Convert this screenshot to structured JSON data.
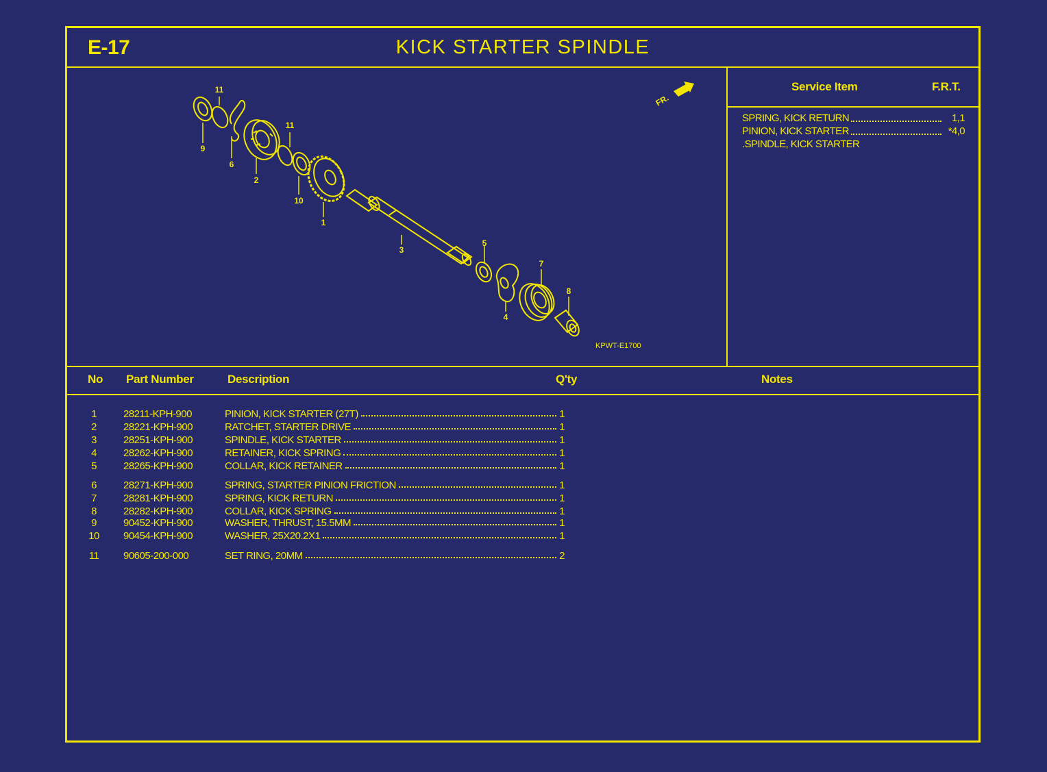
{
  "header": {
    "page_code": "E-17",
    "title": "KICK STARTER SPINDLE"
  },
  "diagram": {
    "front_marker": "FR.",
    "figure_code": "KPWT-E1700",
    "callouts": [
      "11",
      "9",
      "6",
      "2",
      "11",
      "10",
      "1",
      "3",
      "5",
      "4",
      "7",
      "8"
    ]
  },
  "service": {
    "heading_item": "Service Item",
    "heading_frt": "F.R.T.",
    "items": [
      {
        "name": "SPRING, KICK RETURN",
        "frt": "1,1"
      },
      {
        "name": "PINION, KICK STARTER",
        "frt": "*4,0"
      },
      {
        "name": ".SPINDLE, KICK STARTER",
        "frt": ""
      }
    ]
  },
  "parts_table": {
    "headers": {
      "no": "No",
      "part_number": "Part Number",
      "description": "Description",
      "qty": "Q'ty",
      "notes": "Notes"
    },
    "rows": [
      {
        "no": "1",
        "part_number": "28211-KPH-900",
        "description": "PINION, KICK STARTER (27T)",
        "qty": "1"
      },
      {
        "no": "2",
        "part_number": "28221-KPH-900",
        "description": "RATCHET, STARTER DRIVE",
        "qty": "1"
      },
      {
        "no": "3",
        "part_number": "28251-KPH-900",
        "description": "SPINDLE, KICK STARTER",
        "qty": "1"
      },
      {
        "no": "4",
        "part_number": "28262-KPH-900",
        "description": "RETAINER, KICK SPRING",
        "qty": "1"
      },
      {
        "no": "5",
        "part_number": "28265-KPH-900",
        "description": "COLLAR, KICK RETAINER",
        "qty": "1"
      },
      {
        "no": "6",
        "part_number": "28271-KPH-900",
        "description": "SPRING, STARTER PINION FRICTION",
        "qty": "1"
      },
      {
        "no": "7",
        "part_number": "28281-KPH-900",
        "description": "SPRING, KICK RETURN",
        "qty": "1"
      },
      {
        "no": "8",
        "part_number": "28282-KPH-900",
        "description": "COLLAR, KICK SPRING",
        "qty": "1"
      },
      {
        "no": "9",
        "part_number": "90452-KPH-900",
        "description": "WASHER, THRUST, 15.5MM",
        "qty": "1"
      },
      {
        "no": "10",
        "part_number": "90454-KPH-900",
        "description": "WASHER, 25X20.2X1",
        "qty": "1"
      },
      {
        "no": "11",
        "part_number": "90605-200-000",
        "description": "SET RING, 20MM",
        "qty": "2"
      }
    ]
  },
  "colors": {
    "background": "#262a6a",
    "line": "#f2e600"
  }
}
